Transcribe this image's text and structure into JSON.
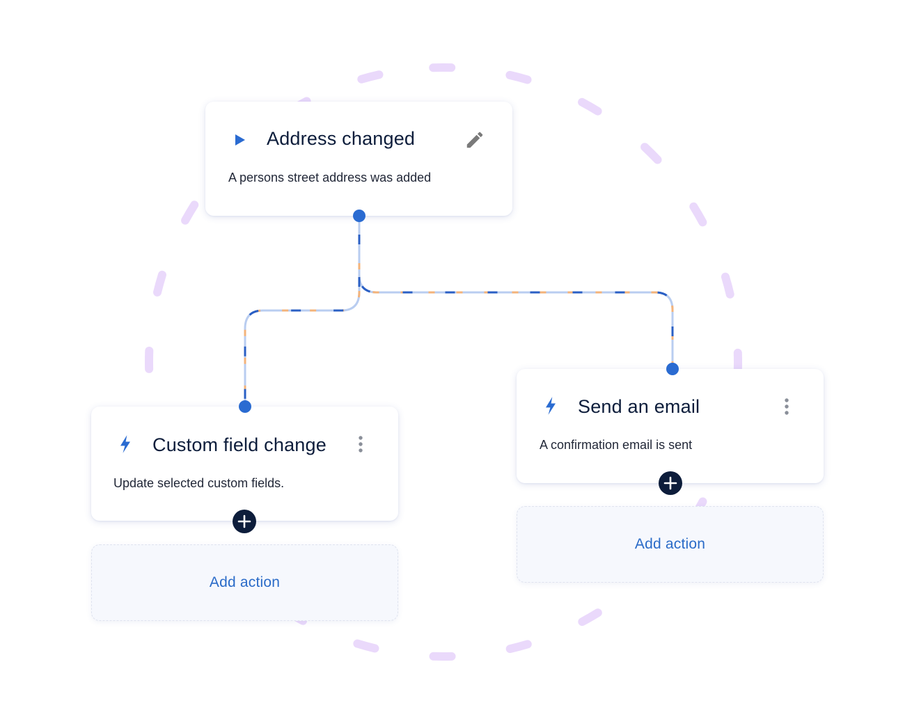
{
  "colors": {
    "accent": "#2a6bd1",
    "title_text": "#0d1d3b",
    "dash_ring": "#ead9fb",
    "add_action_text": "#2a6bc8",
    "connector_light": "#b9cdf0",
    "connector_orange": "#f3b37a",
    "connector_blue": "#2a5fc4"
  },
  "trigger": {
    "icon": "play-icon",
    "title": "Address changed",
    "description": "A persons street address was added",
    "edit_icon": "pencil-icon"
  },
  "actions": [
    {
      "icon": "lightning-icon",
      "title": "Custom field change",
      "description": "Update selected custom fields.",
      "menu_icon": "kebab-menu-icon",
      "add_button_icon": "plus-icon",
      "add_action_label": "Add action"
    },
    {
      "icon": "lightning-icon",
      "title": "Send an email",
      "description": "A confirmation email is sent",
      "menu_icon": "kebab-menu-icon",
      "add_button_icon": "plus-icon",
      "add_action_label": "Add action"
    }
  ]
}
